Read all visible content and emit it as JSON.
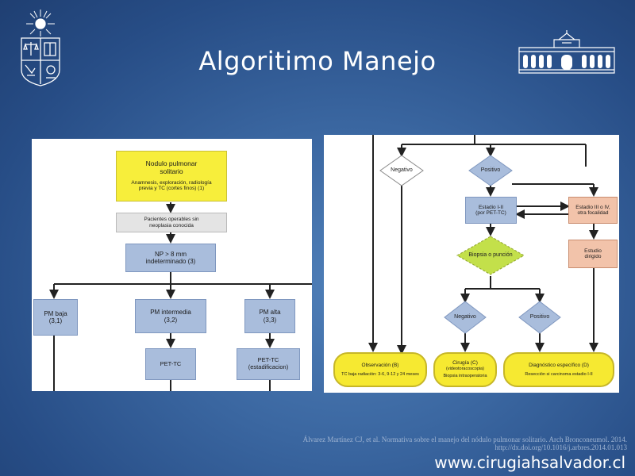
{
  "slide": {
    "title": "Algoritimo Manejo",
    "citation_line1": "Álvarez Martínez CJ, et al. Normativa sobre el manejo del nódulo pulmonar solitario. Arch Bronconeumol. 2014.",
    "citation_line2": "http://dx.doi.org/10.1016/j.arbres.2014.01.013",
    "website": "www.cirugiahsalvador.cl"
  },
  "left_flow": {
    "nodulo": {
      "line1": "Nodulo pulmonar",
      "line2": "solitario",
      "line3": "Anamnesis, exploración, radiología",
      "line4": "previa y TC (cortes finos) (1)"
    },
    "pacientes": {
      "line1": "Pacientes operables sin",
      "line2": "neoplasia conocida"
    },
    "np": {
      "line1": "NP > 8 mm",
      "line2": "indeterminado (3)"
    },
    "pm_baja": {
      "line1": "PM baja",
      "line2": "(3,1)"
    },
    "pm_intermedia": {
      "line1": "PM intermedia",
      "line2": "(3,2)"
    },
    "pm_alta": {
      "line1": "PM alta",
      "line2": "(3,3)"
    },
    "pet_tc_1": {
      "line1": "PET-TC"
    },
    "pet_tc_2": {
      "line1": "PET-TC",
      "line2": "(estadificacion)"
    }
  },
  "right_flow": {
    "negativo_top": "Negativo",
    "positivo_top": "Positivo",
    "estadio_i_ii": {
      "line1": "Estadio I-II",
      "line2": "(por PET-TC)"
    },
    "estadio_iii_iv": {
      "line1": "Estadio III o IV,",
      "line2": "otra focalidad"
    },
    "estudio": {
      "line1": "Estudio",
      "line2": "dirigido"
    },
    "biopsia": "Biopsia o punción",
    "negativo_mid": "Negativo",
    "positivo_mid": "Positivo",
    "observacion": {
      "line1": "Observación (B)",
      "line2": "TC baja radiación: 3-6, 9-12 y 24 meses"
    },
    "cirugia": {
      "line1": "Cirugía (C)",
      "line2": "(videotoracoscopia)",
      "line3": "Biopsia intraoperatoria"
    },
    "diagnostico": {
      "line1": "Diagnóstico específico (D)",
      "line2": "Resección si carcinoma estadio I-II"
    }
  },
  "colors": {
    "background": "#2f5d99",
    "box_yellow": "#f7ee3b",
    "box_blue": "#a9bddc",
    "box_gray": "#e4e4e4",
    "box_pink": "#f2c3aa",
    "diamond_green": "#c3e04a",
    "diamond_blue": "#a9bddc",
    "diamond_white": "#ffffff"
  },
  "icons": [
    "university-crest-icon",
    "building-facade-icon"
  ]
}
